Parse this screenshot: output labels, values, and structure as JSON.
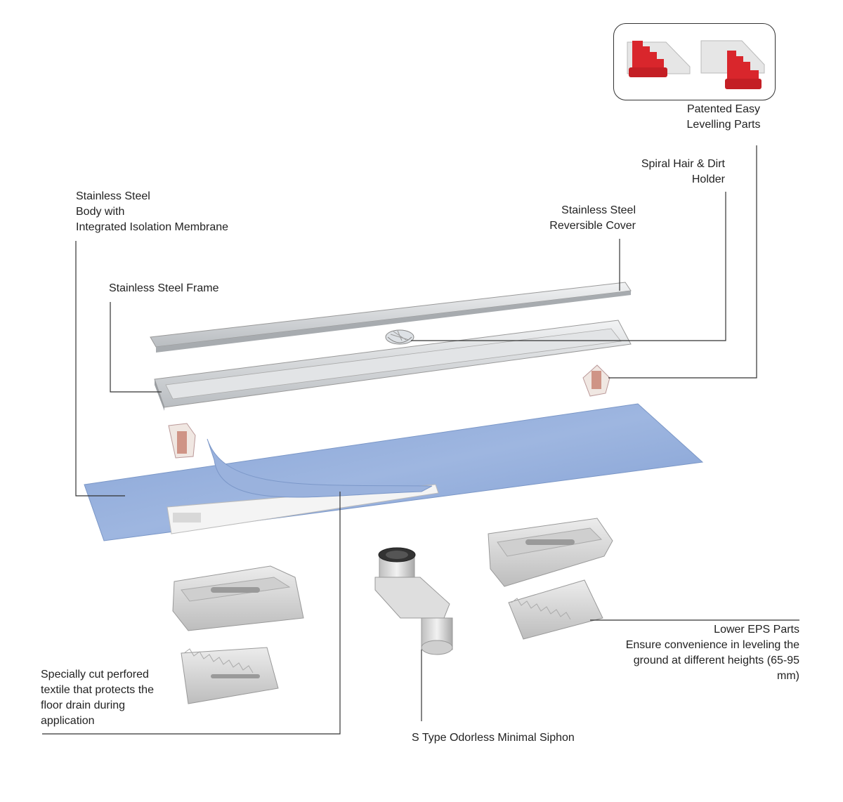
{
  "labels": {
    "levelling_parts": "Patented Easy\nLevelling Parts",
    "hair_holder": "Spiral Hair & Dirt\nHolder",
    "body": "Stainless Steel\nBody with\nIntegrated Isolation Membrane",
    "cover": "Stainless Steel\nReversible Cover",
    "frame": "Stainless Steel Frame",
    "eps_parts": "Lower EPS Parts\nEnsure convenience in leveling the\nground at different heights (65-95\nmm)",
    "textile": "Specially cut perfored\ntextile that protects the\nfloor drain during\napplication",
    "siphon": "S Type Odorless Minimal Siphon"
  },
  "colors": {
    "membrane": "#8fa9d6",
    "steel": "#d9dcdf",
    "eps": "#dcdcdc",
    "levelling_red": "#d9262c",
    "line": "#333333"
  }
}
